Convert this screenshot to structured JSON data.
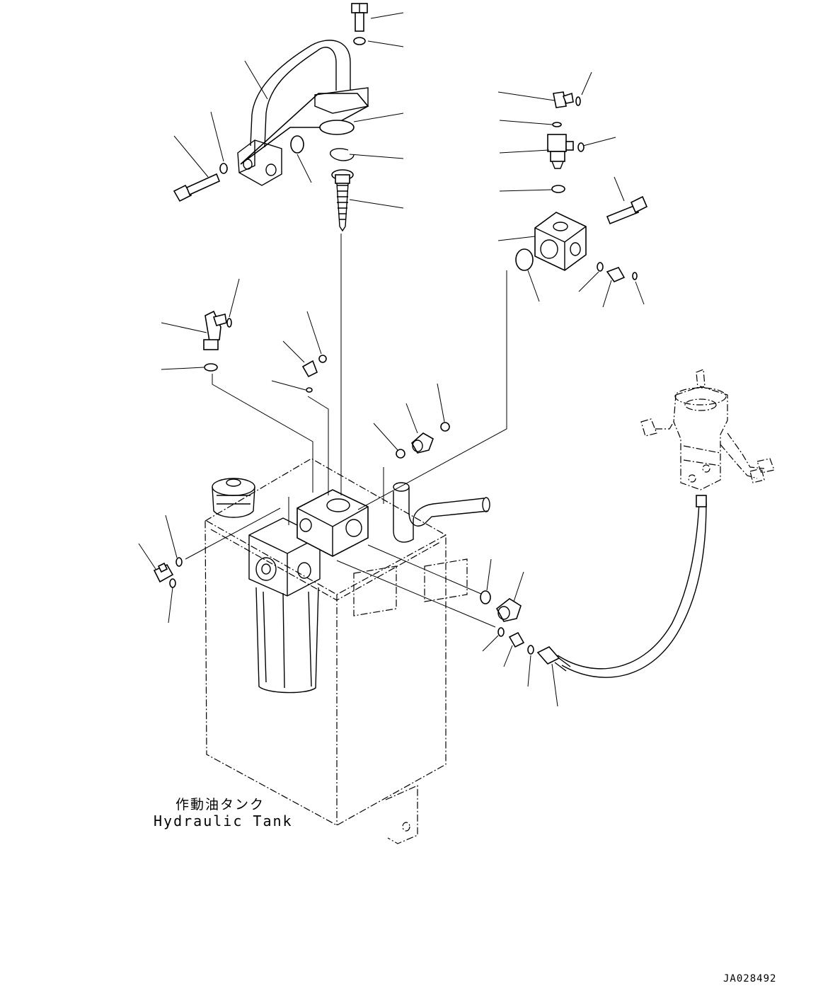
{
  "figure": {
    "component_label_ja": "作動油タンク",
    "component_label_en": "Hydraulic Tank",
    "drawing_id": "JA028492"
  },
  "colors": {
    "ink": "#000000",
    "paper": "#ffffff"
  }
}
